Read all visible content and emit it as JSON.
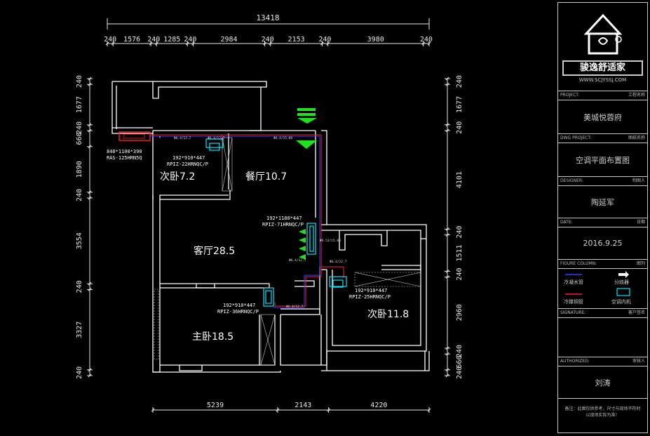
{
  "dimensions": {
    "overall_top": "13418",
    "top_segments": [
      "240",
      "1576",
      "240",
      "1285",
      "240",
      "2984",
      "240",
      "2153",
      "240",
      "3980",
      "240"
    ],
    "bottom_segments": [
      "5239",
      "2143",
      "4220"
    ],
    "left_segments": [
      "240",
      "1677",
      "240",
      "660",
      "1890",
      "240",
      "3554",
      "240",
      "3327",
      "240"
    ],
    "right_segments": [
      "240",
      "1677",
      "240",
      "4101",
      "240",
      "1511",
      "240",
      "2960",
      "240",
      "660",
      "240"
    ]
  },
  "rooms": [
    {
      "name": "次卧7.2"
    },
    {
      "name": "餐厅10.7"
    },
    {
      "name": "客厅28.5"
    },
    {
      "name": "主卧18.5"
    },
    {
      "name": "次卧11.8"
    }
  ],
  "equipment": [
    {
      "size": "840*1100*390",
      "model": "RAS-125HRN5Q"
    },
    {
      "size": "192*910*447",
      "model": "RPIZ-22HRNQC/P"
    },
    {
      "size": "192*1180*447",
      "model": "RPIZ-71HRNQC/P"
    },
    {
      "size": "192*910*447",
      "model": "RPIZ-36HRNQC/P"
    },
    {
      "size": "192*910*447",
      "model": "RPIZ-25HRNQC/P"
    }
  ],
  "title_block": {
    "logo_text": "骏逸舒适家",
    "logo_url": "WWW.SCJYSSJ.COM",
    "project_label": "PROJECT:",
    "project_label_cn": "工程名称",
    "project_value": "美城悦蓉府",
    "dwg_label": "DWG PROJECT:",
    "dwg_label_cn": "图纸名称",
    "dwg_value": "空调平面布置图",
    "designer_label": "DESIGNER:",
    "designer_label_cn": "制图人",
    "designer_value": "陶延军",
    "date_label": "DATE:",
    "date_label_cn": "日期",
    "date_value": "2016.9.25",
    "figure_label": "FIGURE COLUMN:",
    "figure_label_cn": "图列",
    "legend": [
      "冷凝水管",
      "分歧器",
      "冷媒铜管",
      "空调内机"
    ],
    "signature_label": "SIGNATURE:",
    "signature_label_cn": "客户签名",
    "authorized_label": "AUTHORIZED:",
    "authorized_label_cn": "审核人",
    "authorized_value": "刘涛",
    "note": "备注：此图仅供参考，尺寸与现场不符时以现场实际为准！"
  },
  "colors": {
    "wall": "#ffffff",
    "dim": "#e8e8e8",
    "pipe_red": "#ff2020",
    "pipe_blue": "#3040ff",
    "unit": "#00e5ff",
    "vent": "#20e020",
    "outdoor": "#ff2020"
  }
}
